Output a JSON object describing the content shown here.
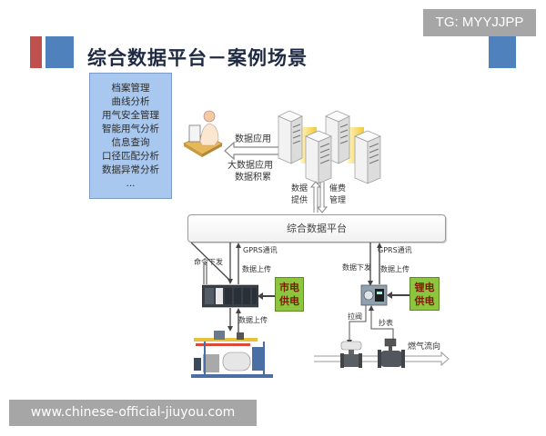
{
  "header": {
    "title": "综合数据平台－案例场景",
    "watermark_top": "TG: MYYJJPP",
    "watermark_bottom": "www.chinese-official-jiuyou.com",
    "accent_colors": {
      "red": "#c0504d",
      "blue": "#4f81bd"
    }
  },
  "features": {
    "items": [
      "档案管理",
      "曲线分析",
      "用气安全管理",
      "智能用气分析",
      "信息查询",
      "口径匹配分析",
      "数据异常分析",
      "..."
    ],
    "bg_color": "#a9c8f0"
  },
  "top_section": {
    "arrow_label_1": "数据应用",
    "arrow_label_2a": "大数据应用",
    "arrow_label_2b": "数据积累",
    "up_label_a": "数据",
    "up_label_b": "提供",
    "down_label_a": "催费",
    "down_label_b": "管理"
  },
  "platform": {
    "label": "综合数据平台"
  },
  "left_station": {
    "gprs_label": "GPRS通讯",
    "cmd_label": "命令下发",
    "upload_label": "数据上传",
    "upload_label_2": "数据上传",
    "power_line1": "市电",
    "power_line2": "供电"
  },
  "right_station": {
    "gprs_label": "GPRS通讯",
    "download_label": "数据下发",
    "upload_label": "数据上传",
    "valve_label": "拉阀",
    "meter_label": "抄表",
    "flow_label": "燃气流向",
    "power_line1": "锂电",
    "power_line2": "供电"
  },
  "colors": {
    "power_box": "#8cc63f",
    "server_glow": "#f5d95a"
  }
}
